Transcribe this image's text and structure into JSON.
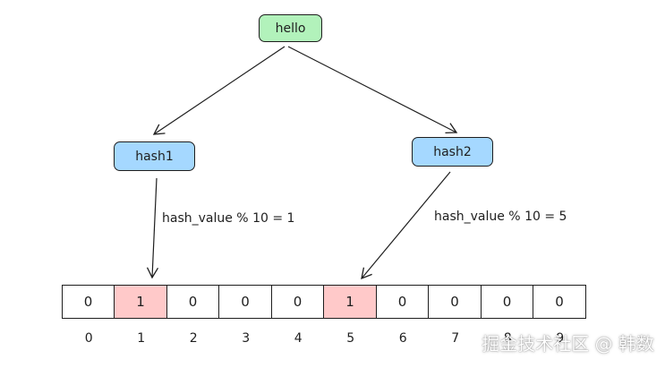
{
  "nodes": {
    "hello": "hello",
    "hash1": "hash1",
    "hash2": "hash2"
  },
  "labels": {
    "hash1_mod": "hash_value % 10 = 1",
    "hash2_mod": "hash_value % 10 = 5"
  },
  "bit_array": [
    "0",
    "1",
    "0",
    "0",
    "0",
    "1",
    "0",
    "0",
    "0",
    "0"
  ],
  "set_indices": [
    1,
    5
  ],
  "indices": [
    "0",
    "1",
    "2",
    "3",
    "4",
    "5",
    "6",
    "7",
    "8",
    "9"
  ],
  "colors": {
    "hello_fill": "#b2f2bb",
    "hash_fill": "#a5d8ff",
    "set_cell_fill": "#ffc9c9"
  },
  "watermark": "掘金技术社区 @ 韩数"
}
